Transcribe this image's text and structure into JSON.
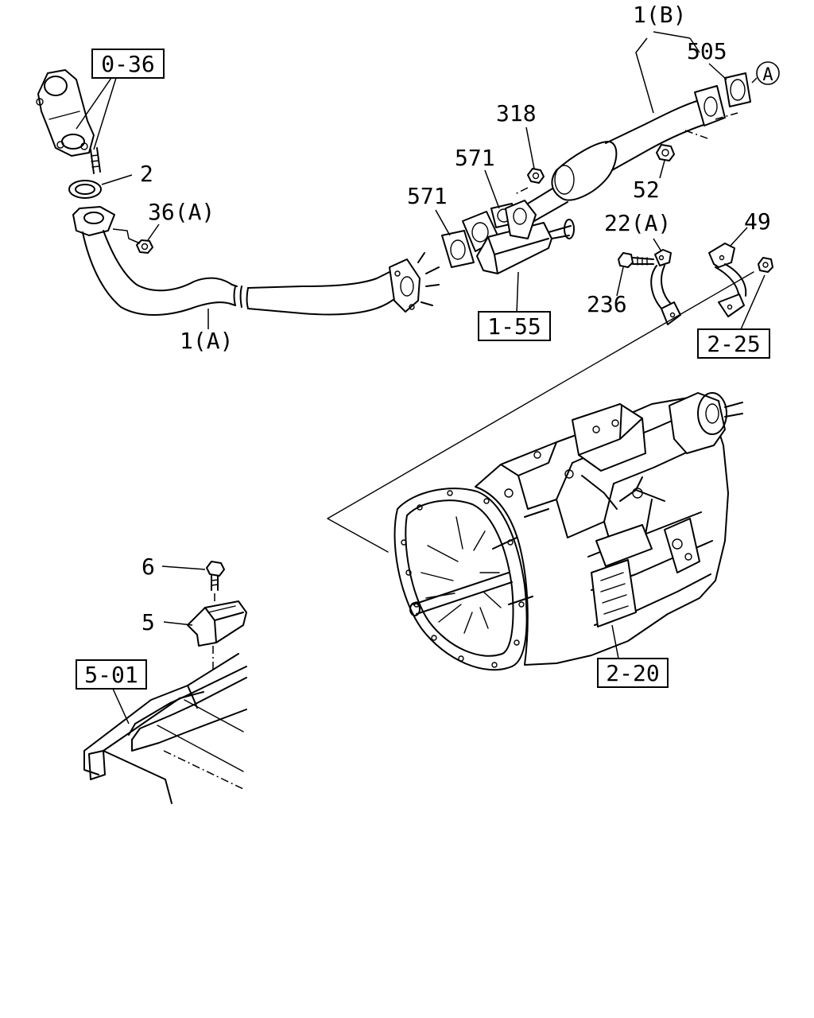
{
  "callouts": {
    "part_1a": "1(A)",
    "part_1b": "1(B)",
    "part_2": "2",
    "part_5": "5",
    "part_6": "6",
    "part_36a": "36(A)",
    "part_318": "318",
    "part_505": "505",
    "part_52": "52",
    "part_571_left": "571",
    "part_571_right": "571",
    "part_22a": "22(A)",
    "part_236": "236",
    "part_49": "49",
    "circle_a": "A"
  },
  "references": {
    "ref_0_36": "0-36",
    "ref_1_55": "1-55",
    "ref_2_25": "2-25",
    "ref_2_20": "2-20",
    "ref_5_01": "5-01"
  }
}
